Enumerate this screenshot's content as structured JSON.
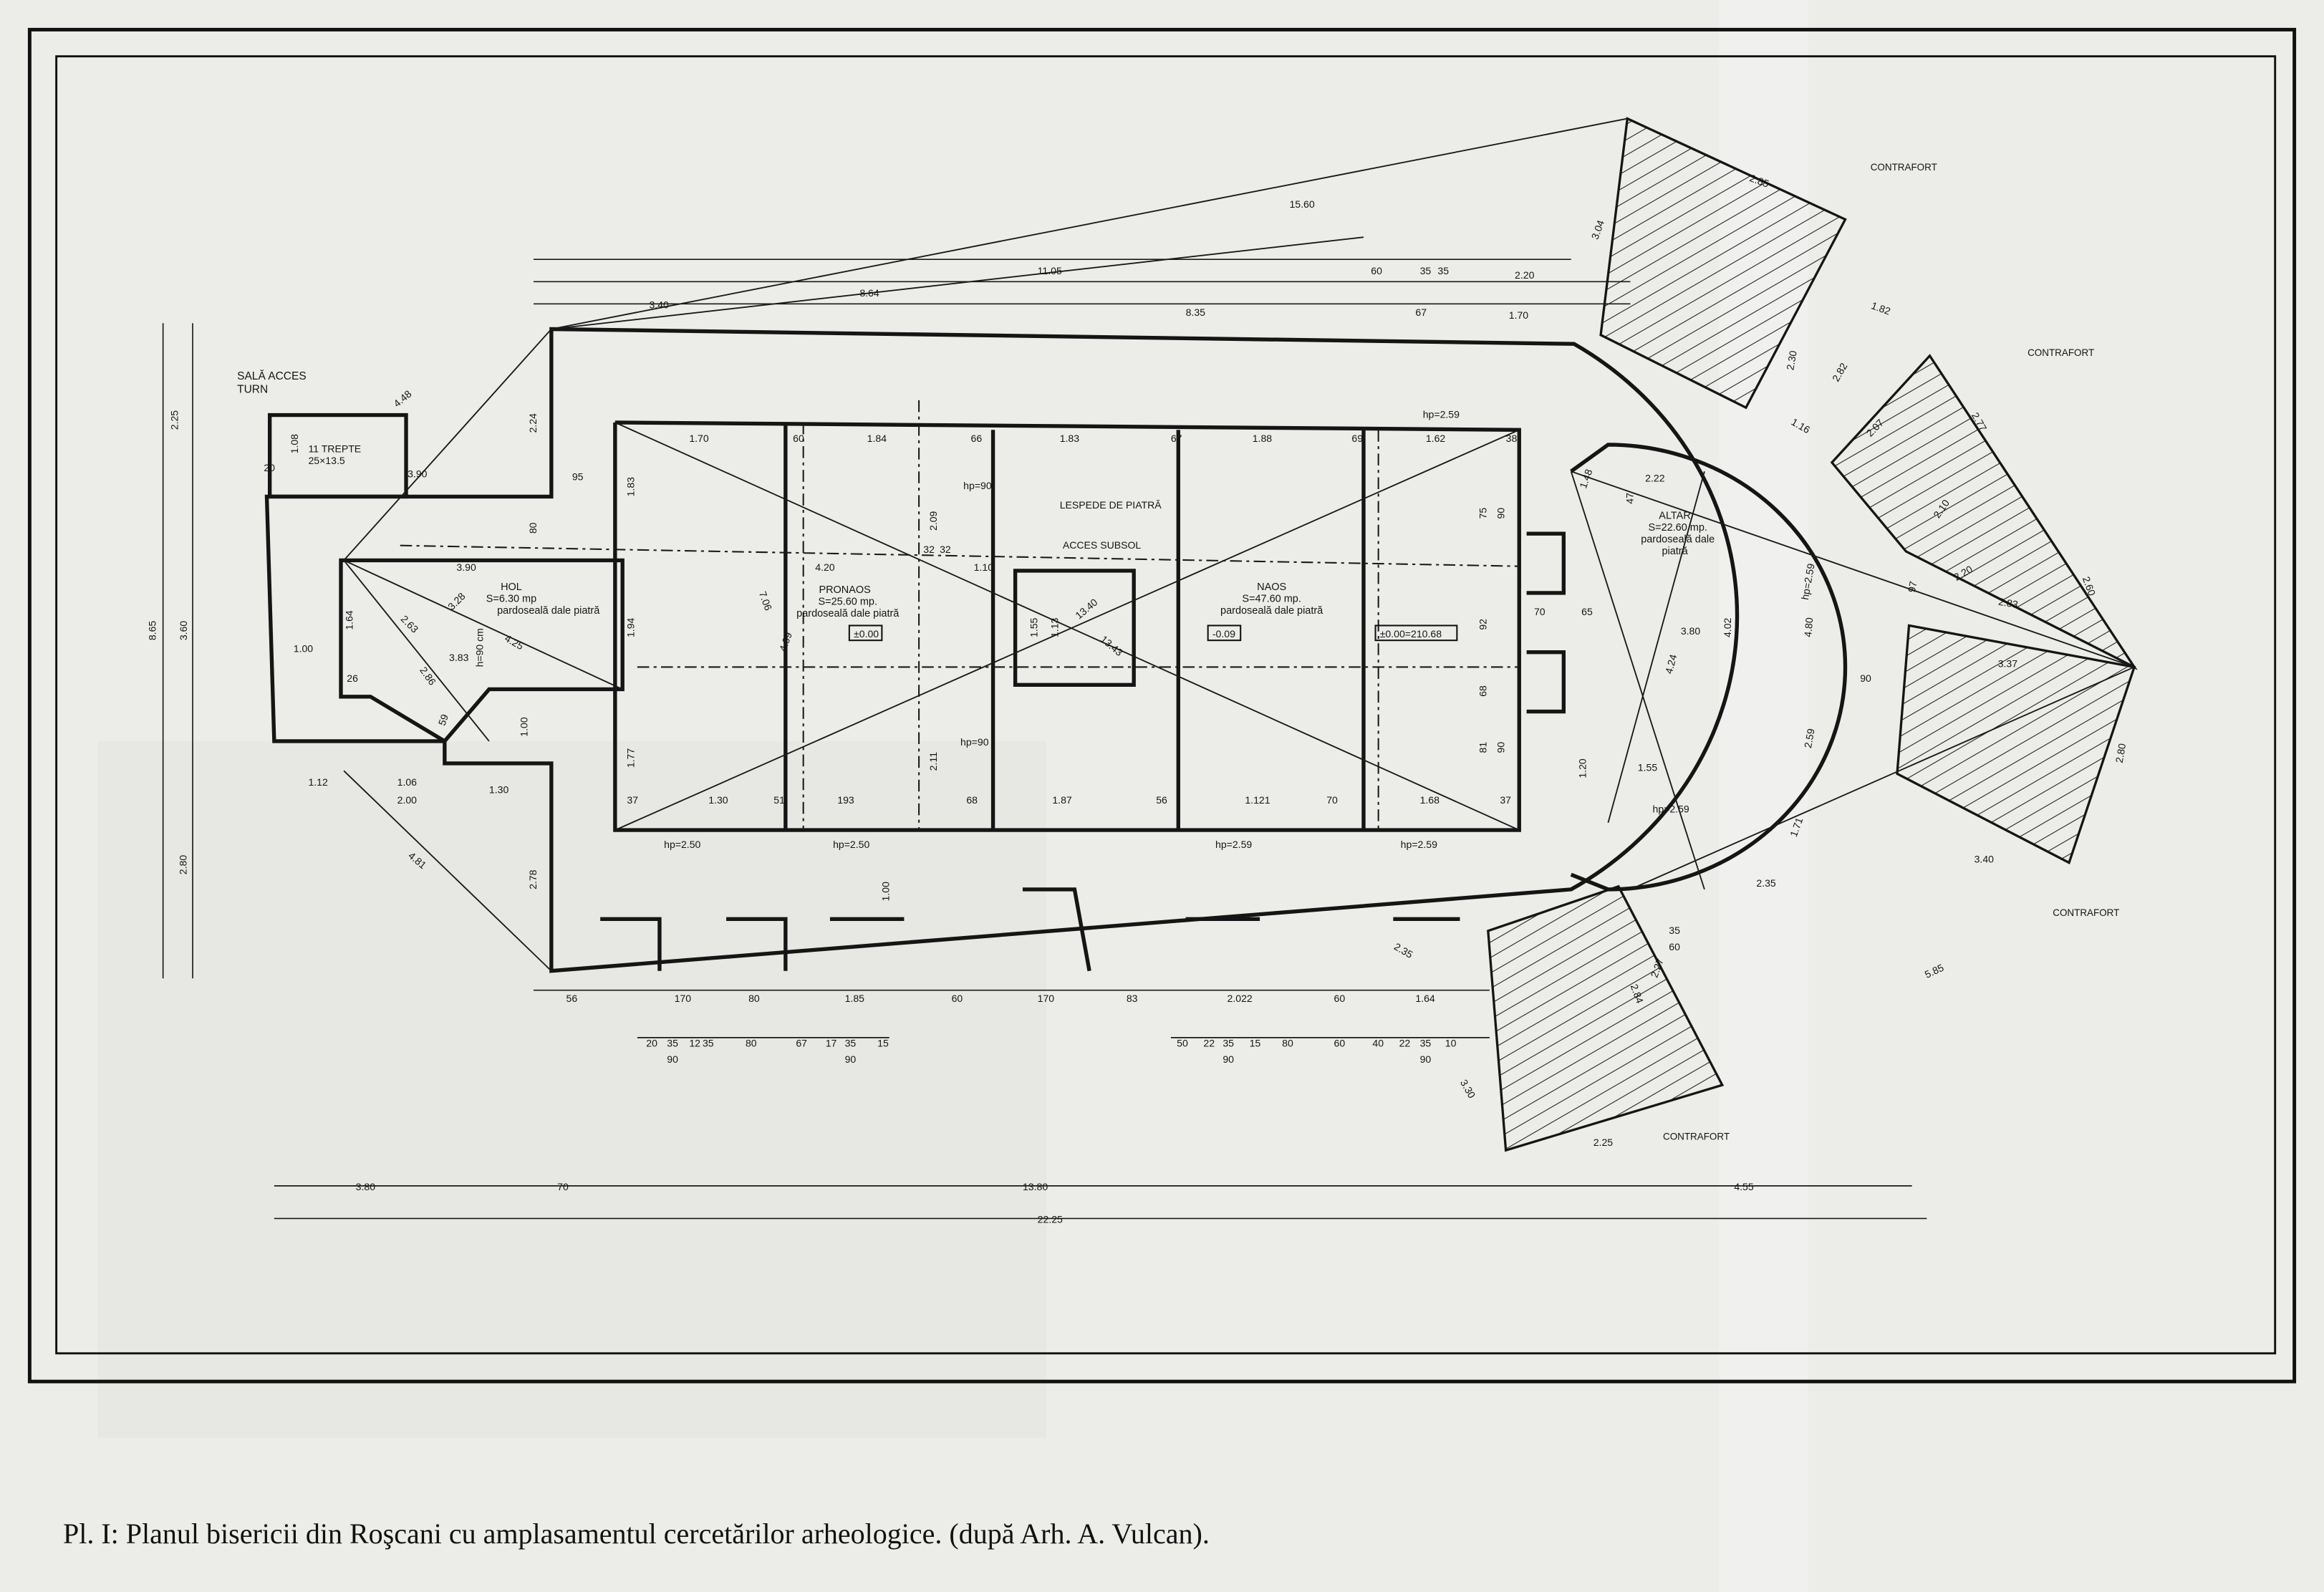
{
  "caption": "Pl. I: Planul bisericii din Roşcani cu amplasamentul cercetărilor arheologice. (după Arh. A. Vulcan).",
  "rooms": {
    "tower": {
      "name": "SALĂ ACCES",
      "name2": "TURN",
      "stairs": "11 TREPTE",
      "stairs_dim": "25×13.5"
    },
    "hol": {
      "name": "HOL",
      "area": "S=6.30 mp",
      "floor": "pardoseală dale piatră",
      "height": "h=90 cm"
    },
    "pronaos": {
      "name": "PRONAOS",
      "area": "S=25.60 mp.",
      "floor": "pardoseală dale piatră",
      "level": "±0.00"
    },
    "naos": {
      "name": "NAOS",
      "area": "S=47.60 mp.",
      "floor": "pardoseală dale piatră",
      "level": "-0.09"
    },
    "altar": {
      "name": "ALTAR",
      "area": "S=22.60 mp.",
      "floor": "pardoseală dale",
      "floor2": "piatră"
    },
    "level_ref": "±0.00=210.68"
  },
  "annotations": {
    "lespede": "LESPEDE DE PIATRĂ",
    "acces_subsol": "ACCES SUBSOL",
    "contrafort": "CONTRAFORT"
  },
  "heights": [
    "hp=2.59",
    "hp=90",
    "hp=90",
    "hp=2.50",
    "hp=2.50",
    "hp=2.59",
    "hp=2.59",
    "hp=2.59",
    "hp=2.59"
  ],
  "dimensions": {
    "top": [
      "15.60",
      "11.05",
      "8.64",
      "8.35",
      "3.40",
      "60",
      "35",
      "35",
      "2.20",
      "67",
      "1.70",
      "3.04",
      "2.85"
    ],
    "nave_top": [
      "1.70",
      "60",
      "1.84",
      "66",
      "1.83",
      "67",
      "1.88",
      "69",
      "1.62",
      "38"
    ],
    "nave_bottom": [
      "37",
      "1.30",
      "51",
      "193",
      "68",
      "1.87",
      "56",
      "1.121",
      "70",
      "1.68",
      "37"
    ],
    "bottom_row1": [
      "56",
      "170",
      "80",
      "1.85",
      "60",
      "170",
      "83",
      "2.022",
      "60",
      "1.64"
    ],
    "bottom_row2": [
      "20",
      "35",
      "90",
      "12",
      "35",
      "80",
      "67",
      "17",
      "35",
      "90",
      "15",
      "50",
      "22",
      "35",
      "90",
      "15",
      "80",
      "60",
      "40",
      "22",
      "35",
      "90",
      "10"
    ],
    "overall": [
      "3.80",
      "70",
      "13.80",
      "4.55",
      "22.25"
    ],
    "left": [
      "2.25",
      "8.65",
      "3.60",
      "2.80",
      "2.24",
      "2.78",
      "80",
      "1.00",
      "1.08",
      "20",
      "3.90",
      "95",
      "4.48"
    ],
    "hol": [
      "3.90",
      "3.28",
      "2.63",
      "4.25",
      "3.83",
      "2.86",
      "1.64",
      "1.00",
      "1.94",
      "1.83",
      "1.77",
      "1.12",
      "1.06",
      "2.00",
      "1.30",
      "4.81",
      "26",
      "59"
    ],
    "pronaos": [
      "4.20",
      "1.10",
      "2.09",
      "32",
      "32",
      "7.06",
      "4.09",
      "2.11",
      "1.00",
      "1.55",
      "1.13",
      "13.40",
      "13.43"
    ],
    "naos_sides": [
      "75",
      "90",
      "92",
      "68",
      "81",
      "90",
      "70",
      "65"
    ],
    "altar": [
      "47",
      "2.22",
      "4.24",
      "3.80",
      "4.02",
      "1.55",
      "4.80",
      "2.59",
      "90",
      "1.20",
      "1.48",
      "97"
    ],
    "buttress": [
      "2.30",
      "2.82",
      "1.82",
      "2.77",
      "2.07",
      "2.10",
      "2.20",
      "2.83",
      "2.60",
      "3.37",
      "2.80",
      "3.40",
      "5.85",
      "2.35",
      "1.71",
      "2.84",
      "2.27",
      "35",
      "60",
      "3.30",
      "2.25",
      "1.16",
      "2.35"
    ]
  }
}
